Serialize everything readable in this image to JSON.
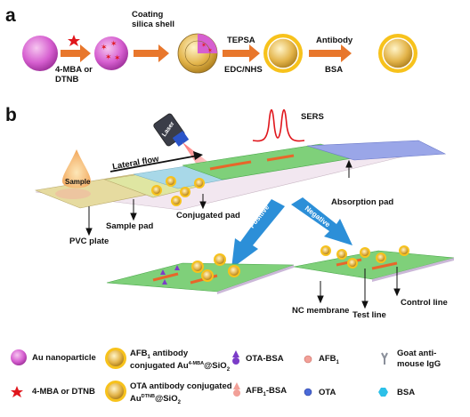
{
  "panels": {
    "a": "a",
    "b": "b"
  },
  "panel_a": {
    "reagent_label_1": "4-MBA or",
    "reagent_label_2": "DTNB",
    "coating_label_1": "Coating",
    "coating_label_2": "silica shell",
    "tepsa_label": "TEPSA",
    "edc_label": "EDC/NHS",
    "antibody_label": "Antibody",
    "bsa_label": "BSA"
  },
  "panel_b": {
    "sers_label": "SERS",
    "laser_label": "Laser",
    "lateral_flow_label": "Lateral flow",
    "sample_label": "Sample",
    "absorption_pad_label": "Absorption pad",
    "sample_pad_label": "Sample pad",
    "conjugated_pad_label": "Conjugated pad",
    "pvc_plate_label": "PVC plate",
    "positive_label": "Positive",
    "negative_label": "Negative",
    "nc_membrane_label": "NC membrane",
    "test_line_label": "Test line",
    "control_line_label": "Control line"
  },
  "legend": {
    "au_nanoparticle": "Au nanoparticle",
    "mba_dtnb": "4-MBA or DTNB",
    "afb1_antibody_line1_pre": "AFB",
    "afb1_antibody_line1_sub": "1",
    "afb1_antibody_line1_post": " antibody",
    "afb1_antibody_line2_pre": "conjugated Au",
    "afb1_antibody_line2_sup": "4-MBA",
    "afb1_antibody_line2_post": "@SiO",
    "afb1_antibody_line2_sub": "2",
    "ota_antibody_line1": "OTA antibody conjugated",
    "ota_antibody_line2_pre": "Au",
    "ota_antibody_line2_sup": "DTNB",
    "ota_antibody_line2_post": "@SiO",
    "ota_antibody_line2_sub": "2",
    "ota_bsa": "OTA-BSA",
    "afb1_bsa_pre": "AFB",
    "afb1_bsa_sub": "1",
    "afb1_bsa_post": "-BSA",
    "afb1_pre": "AFB",
    "afb1_sub": "1",
    "ota": "OTA",
    "goat_line1": "Goat anti-",
    "goat_line2": "mouse IgG",
    "bsa": "BSA"
  },
  "colors": {
    "au_core": "#d65fd0",
    "shell": "#e6b84a",
    "arrow": "#e8772c",
    "blue_arrow": "#2c8fd8",
    "strip_green": "#7fd07a",
    "pad_blue": "#9aa6e8",
    "sample_pad": "#d9e6a8",
    "red_line": "#e8662a",
    "star": "#e0161c"
  }
}
